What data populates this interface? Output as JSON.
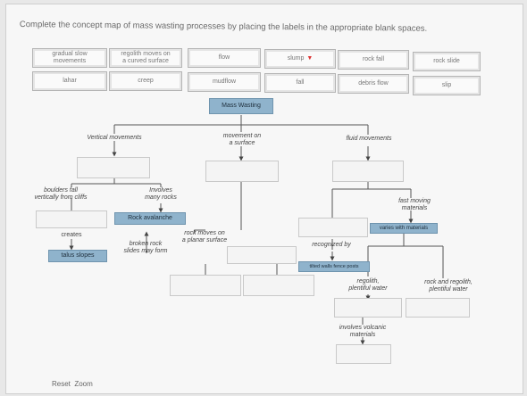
{
  "instructions": "Complete the concept map of mass wasting processes by placing the labels in the appropriate blank spaces.",
  "label_bank": [
    {
      "text": "gradual slow\nmovements"
    },
    {
      "text": "regolith moves on\na curved surface"
    },
    {
      "text": "flow"
    },
    {
      "text": "slump"
    },
    {
      "text": "rock fall"
    },
    {
      "text": "rock slide"
    },
    {
      "text": "lahar"
    },
    {
      "text": "creep"
    },
    {
      "text": "mudflow"
    },
    {
      "text": "fall"
    },
    {
      "text": "debris flow"
    },
    {
      "text": "slip"
    }
  ],
  "root": "Mass Wasting",
  "branch_labels": {
    "vertical": "Vertical movements",
    "surface": "movement on\na surface",
    "fluid": "fluid movements"
  },
  "annotations": {
    "boulders": "boulders fall\nvertically from cliffs",
    "involves_rocks": "Involves\nmany rocks",
    "creates": "creates",
    "broken_rock": "broken rock\nslides may form",
    "planar": "rock moves on\na planar surface",
    "fast_moving": "fast moving\nmaterials",
    "recognized_by": "recognized by",
    "regolith_water": "regolith,\nplentiful water",
    "rock_regolith_water": "rock and regolith,\nplentiful water",
    "volcanic": "involves volcanic\nmaterials"
  },
  "filled_boxes": {
    "rock_avalanche": "Rock avalanche",
    "talus": "talus slopes",
    "varies": "varies with materials",
    "tilted": "tilted walls fence posts"
  },
  "reset_zoom": "Reset  Zoom"
}
